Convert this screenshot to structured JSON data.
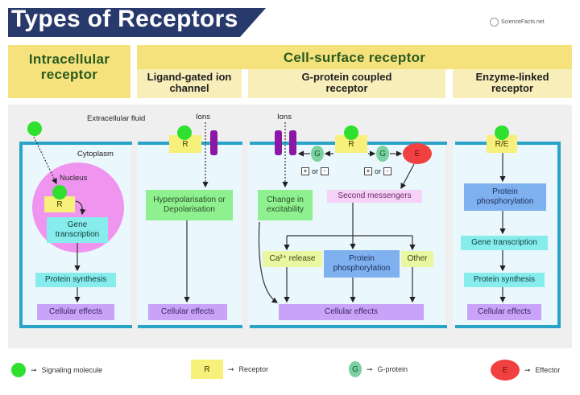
{
  "title": "Types of Receptors",
  "logo_text": "ScienceFacts.net",
  "headers": {
    "intracellular": "Intracellular receptor",
    "cell_surface": "Cell-surface receptor",
    "ligand_gated": "Ligand-gated ion channel",
    "gpcr": "G-protein coupled receptor",
    "enzyme_linked": "Enzyme-linked receptor"
  },
  "regions": {
    "extracellular": "Extracellular fluid",
    "cytoplasm": "Cytoplasm",
    "nucleus": "Nucleus"
  },
  "intracellular": {
    "receptor": "R",
    "gene_transcription": "Gene transcription",
    "protein_synthesis": "Protein synthesis",
    "cellular_effects": "Cellular effects"
  },
  "ligand_gated": {
    "ions": "Ions",
    "receptor": "R",
    "response": "Hyperpolarisation or Depolarisation",
    "cellular_effects": "Cellular effects"
  },
  "gpcr": {
    "ions": "Ions",
    "receptor": "R",
    "g_left": "G",
    "g_right": "G",
    "effector": "E",
    "plus": "+",
    "or": "or",
    "minus": "-",
    "change_excitability": "Change in excitability",
    "second_messengers": "Second messengers",
    "ca_release": "Ca²⁺ release",
    "protein_phosphorylation": "Protein phosphorylation",
    "other": "Other",
    "cellular_effects": "Cellular effects"
  },
  "enzyme_linked": {
    "receptor": "R/E",
    "protein_phosphorylation": "Protein phosphorylation",
    "gene_transcription": "Gene transcription",
    "protein_synthesis": "Protein synthesis",
    "cellular_effects": "Cellular effects"
  },
  "legend": [
    {
      "symbol": "",
      "label": "Signaling molecule"
    },
    {
      "symbol": "R",
      "label": "Receptor"
    },
    {
      "symbol": "G",
      "label": "G-protein"
    },
    {
      "symbol": "E",
      "label": "Effector"
    }
  ],
  "colors": {
    "title_bg": "#28396b",
    "header": "#f5e27d",
    "membrane": "#2aa3c8",
    "ligand": "#2fe02f",
    "receptor": "#f7f07a",
    "channel": "#8b17a4",
    "g_protein": "#7cd1a1",
    "effector": "#f04040"
  }
}
